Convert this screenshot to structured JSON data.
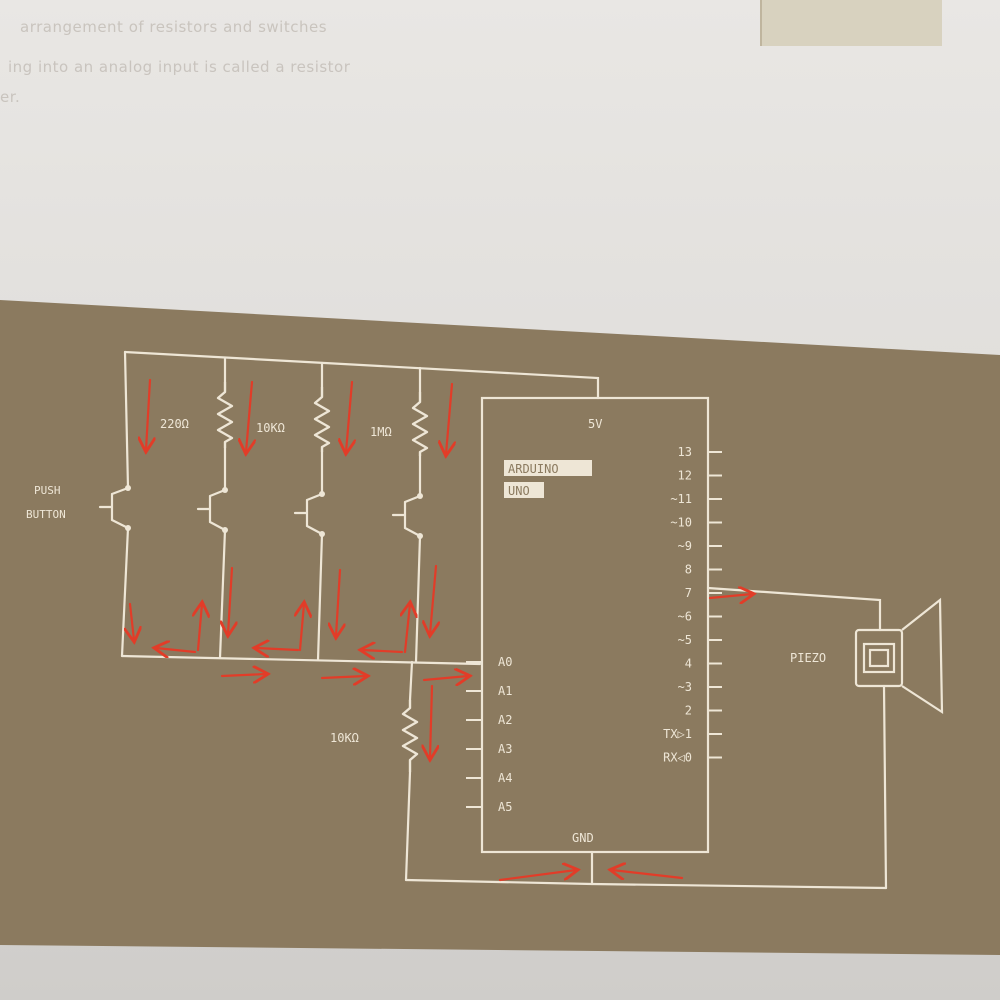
{
  "page_text": {
    "line1": "arrangement of resistors and switches",
    "line2": "ing into an analog input is called a resistor",
    "line3": "er."
  },
  "schematic": {
    "resistors": [
      "220Ω",
      "10KΩ",
      "1MΩ",
      "10KΩ"
    ],
    "push_button": [
      "PUSH",
      "BUTTON"
    ],
    "board_name": [
      "ARDUINO",
      "UNO"
    ],
    "power_label": "5V",
    "ground_label": "GND",
    "digital_pins": [
      "13",
      "12",
      "~11",
      "~10",
      "~9",
      "8",
      "7",
      "~6",
      "~5",
      "4",
      "~3",
      "2",
      "TX▷1",
      "RX◁0"
    ],
    "analog_pins": [
      "A0",
      "A1",
      "A2",
      "A3",
      "A4",
      "A5"
    ],
    "piezo_label": "PIEZO"
  },
  "colors": {
    "board_bg": "#8b7a5f",
    "line": "#eee6d6",
    "annotation": "#e23c28"
  }
}
